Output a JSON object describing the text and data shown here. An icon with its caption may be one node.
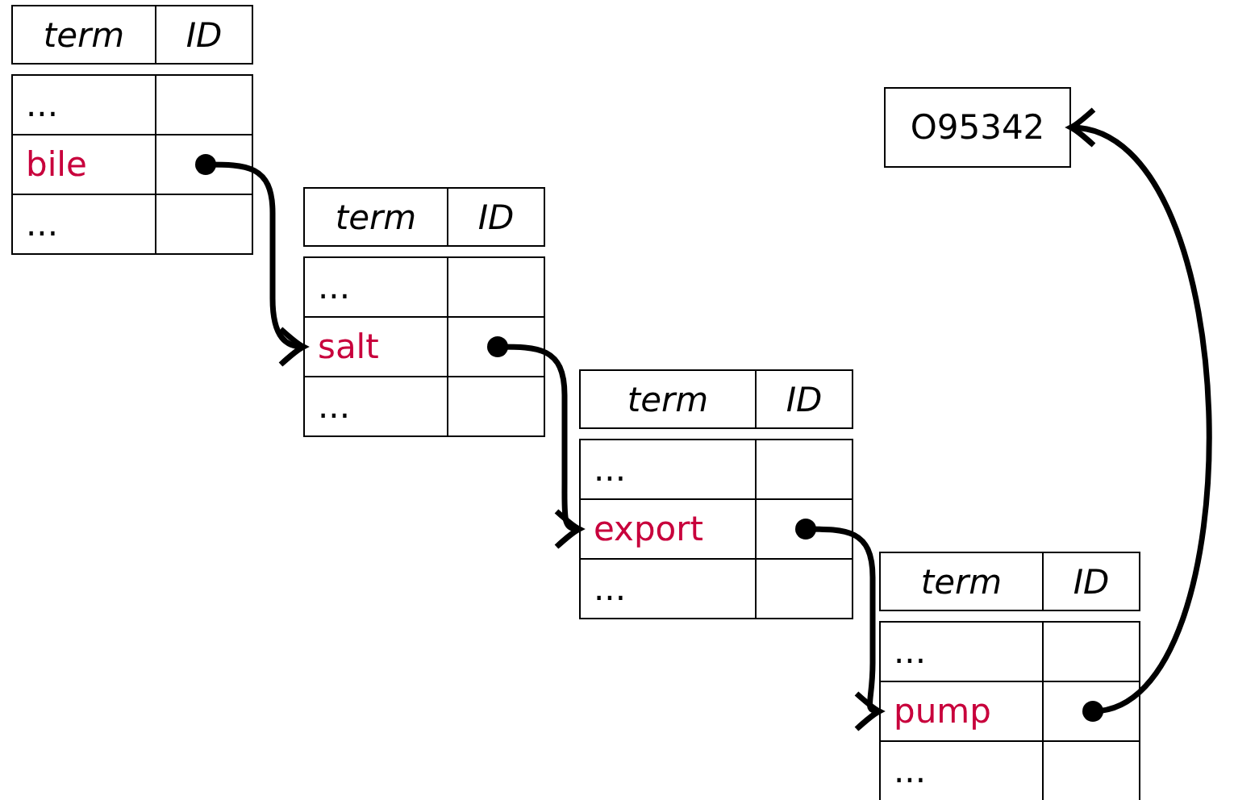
{
  "diagram": {
    "nodes": [
      {
        "text": [
          "term"
        ]
      },
      {
        "text": [
          "ID"
        ]
      },
      {
        "text": [
          "..."
        ]
      },
      {
        "text": [],
        "shape": "box"
      },
      {
        "text": [
          "bile"
        ]
      },
      {
        "text": [],
        "shape": "box"
      },
      {
        "text": [
          "..."
        ]
      },
      {
        "text": [],
        "shape": "box"
      },
      {
        "text": [
          "term"
        ]
      },
      {
        "text": [
          "ID"
        ]
      },
      {
        "text": [
          "..."
        ]
      },
      {
        "text": [],
        "shape": "box"
      },
      {
        "text": [
          "salt"
        ]
      },
      {
        "text": [],
        "shape": "box"
      },
      {
        "text": [
          "..."
        ]
      },
      {
        "text": [],
        "shape": "box"
      },
      {
        "text": [
          "term"
        ]
      },
      {
        "text": [
          "ID"
        ]
      },
      {
        "text": [
          "..."
        ]
      },
      {
        "text": [],
        "shape": "box"
      },
      {
        "text": [
          "export"
        ]
      },
      {
        "text": [],
        "shape": "box"
      },
      {
        "text": [
          "..."
        ]
      },
      {
        "text": [],
        "shape": "box"
      },
      {
        "text": [
          "term"
        ]
      },
      {
        "text": [
          "ID"
        ]
      },
      {
        "text": [
          "..."
        ]
      },
      {
        "text": [],
        "shape": "box"
      },
      {
        "text": [
          "pump"
        ]
      },
      {
        "text": [],
        "shape": "box"
      },
      {
        "text": [
          "..."
        ]
      },
      {
        "text": [],
        "shape": "box"
      },
      {
        "text": [
          "O95342"
        ]
      }
    ],
    "edges": [
      {
        "from": 5,
        "to": 12,
        "arrow": "to"
      },
      {
        "from": 13,
        "to": 20,
        "arrow": "to"
      },
      {
        "from": 21,
        "to": 28,
        "arrow": "to"
      },
      {
        "from": 29,
        "to": 32,
        "arrow": "to"
      }
    ]
  }
}
